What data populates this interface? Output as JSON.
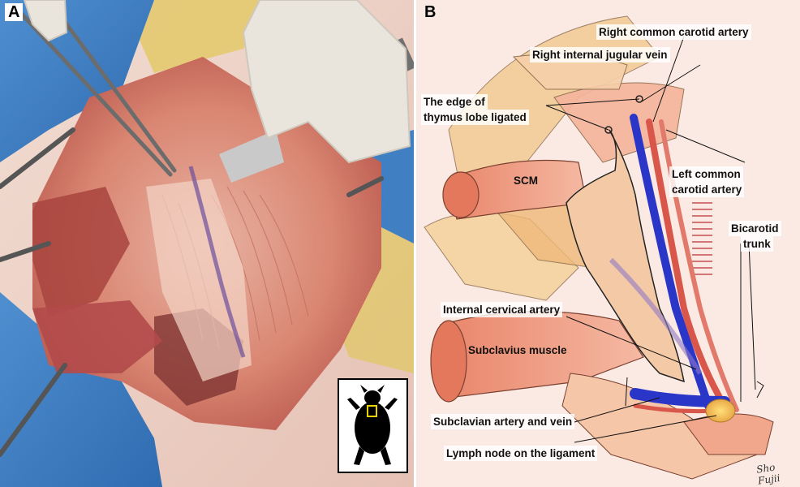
{
  "panel_a": {
    "letter": "A",
    "inset_icon": "pig-silhouette-icon"
  },
  "panel_b": {
    "letter": "B",
    "labels": {
      "right_common_carotid": "Right common carotid artery",
      "right_internal_jugular": "Right internal jugular vein",
      "thymus_edge_line1": "The edge of",
      "thymus_edge_line2": "thymus lobe ligated",
      "scm": "SCM",
      "left_common_carotid_line1": "Left common",
      "left_common_carotid_line2": "carotid artery",
      "bicarotid_line1": "Bicarotid",
      "bicarotid_line2": "trunk",
      "internal_cervical": "Internal cervical artery",
      "subclavius": "Subclavius muscle",
      "subclavian": "Subclavian artery and vein",
      "lymph_node": "Lymph node on the ligament"
    },
    "signature": "Sho Fujii"
  },
  "colors": {
    "vein": "#2a36c8",
    "artery": "#d9574a",
    "tissue": "#e8a080",
    "fat": "#f2c78a",
    "drape": "#3d7fc4"
  }
}
